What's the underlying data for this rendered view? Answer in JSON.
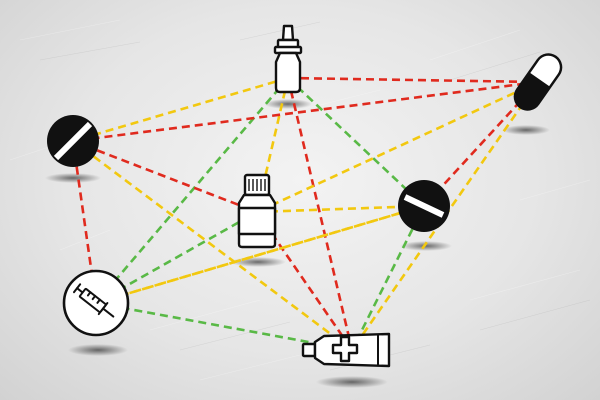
{
  "background": {
    "color": "#e7e7e7",
    "texture": "brushed-metal"
  },
  "line_styles": {
    "red": {
      "color": "#e02a1e"
    },
    "yellow": {
      "color": "#f2c80f"
    },
    "green": {
      "color": "#59b946"
    }
  },
  "nodes": [
    {
      "id": "nasal-spray",
      "icon": "nasal-spray-icon"
    },
    {
      "id": "capsule",
      "icon": "capsule-icon"
    },
    {
      "id": "tablet-left",
      "icon": "tablet-icon"
    },
    {
      "id": "pill-bottle",
      "icon": "pill-bottle-icon"
    },
    {
      "id": "tablet-right",
      "icon": "tablet-icon"
    },
    {
      "id": "syringe",
      "icon": "syringe-icon"
    },
    {
      "id": "ointment-tube",
      "icon": "ointment-tube-icon"
    }
  ],
  "edges": [
    {
      "from": "nasal-spray",
      "to": "capsule",
      "color": "red"
    },
    {
      "from": "nasal-spray",
      "to": "tablet-left",
      "color": "yellow"
    },
    {
      "from": "nasal-spray",
      "to": "tablet-right",
      "color": "green"
    },
    {
      "from": "nasal-spray",
      "to": "pill-bottle",
      "color": "yellow"
    },
    {
      "from": "nasal-spray",
      "to": "syringe",
      "color": "green"
    },
    {
      "from": "nasal-spray",
      "to": "ointment-tube",
      "color": "red"
    },
    {
      "from": "capsule",
      "to": "tablet-left",
      "color": "red"
    },
    {
      "from": "capsule",
      "to": "tablet-right",
      "color": "red"
    },
    {
      "from": "capsule",
      "to": "pill-bottle",
      "color": "yellow"
    },
    {
      "from": "capsule",
      "to": "ointment-tube",
      "color": "yellow"
    },
    {
      "from": "tablet-left",
      "to": "pill-bottle",
      "color": "red"
    },
    {
      "from": "tablet-left",
      "to": "syringe",
      "color": "red"
    },
    {
      "from": "tablet-left",
      "to": "ointment-tube",
      "color": "yellow"
    },
    {
      "from": "pill-bottle",
      "to": "tablet-right",
      "color": "yellow"
    },
    {
      "from": "pill-bottle",
      "to": "ointment-tube",
      "color": "red"
    },
    {
      "from": "syringe",
      "to": "tablet-right",
      "color": "yellow"
    },
    {
      "from": "syringe",
      "to": "pill-bottle",
      "color": "green"
    },
    {
      "from": "syringe",
      "to": "ointment-tube",
      "color": "green"
    },
    {
      "from": "tablet-right",
      "to": "ointment-tube",
      "color": "green"
    },
    {
      "from": "tablet-right",
      "to": "syringe",
      "color": "yellow"
    }
  ]
}
